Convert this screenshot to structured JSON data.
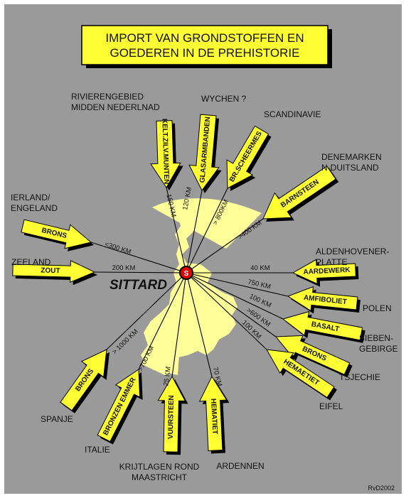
{
  "title": {
    "line1": "IMPORT VAN GRONDSTOFFEN EN",
    "line2": "GOEDEREN IN DE PREHISTORIE"
  },
  "center": {
    "label": "SITTARD",
    "marker": "S"
  },
  "credit": "RvD2002",
  "colors": {
    "background": "#9a9a9a",
    "title_box": "#ffff33",
    "region": "#ffff99",
    "arrow": "#ffff33",
    "arrow_shadow": "#000000",
    "center": "#dd0000"
  },
  "routes": [
    {
      "id": "rivierengebied",
      "place": [
        "RIVIERENGEBIED",
        "MIDDEN NEDERLNAD"
      ],
      "good": "KELT.ZILV.MUNTEN",
      "distance": "150 KM"
    },
    {
      "id": "wychen",
      "place": [
        "WYCHEN ?"
      ],
      "good": "GLASARMBANDEN",
      "distance": "120 KM"
    },
    {
      "id": "scandinavie",
      "place": [
        "SCANDINAVIE"
      ],
      "good": "BR.SCHEERMES",
      "distance": "> 800KM"
    },
    {
      "id": "denemarken",
      "place": [
        "DENEMARKEN",
        "N-DUITSLAND"
      ],
      "good": "BARNSTEEN",
      "distance": ">400 KM"
    },
    {
      "id": "ierland",
      "place": [
        "IERLAND/",
        "ENGELAND"
      ],
      "good": "BRONS",
      "distance": "<300 KM"
    },
    {
      "id": "zeeland",
      "place": [
        "ZEELAND"
      ],
      "good": "ZOUT",
      "distance": "200 KM"
    },
    {
      "id": "aldenhoven",
      "place": [
        "ALDENHOVENER-",
        "PLATTE"
      ],
      "good": "AARDEWERK",
      "distance": "40 KM"
    },
    {
      "id": "polen",
      "place": [
        "POLEN"
      ],
      "good": "AMFIBOLIET",
      "distance": "750 KM"
    },
    {
      "id": "siebengebirge",
      "place": [
        "SIEBEN-",
        "GEBIRGE"
      ],
      "good": "BASALT",
      "distance": "100 KM"
    },
    {
      "id": "tsjechie",
      "place": [
        "TSJECHIE"
      ],
      "good": "BRONS",
      "distance": ">600 KM"
    },
    {
      "id": "eifel",
      "place": [
        "EIFEL"
      ],
      "good": "HEMAETIET",
      "distance": "100 KM"
    },
    {
      "id": "spanje",
      "place": [
        "SPANJE"
      ],
      "good": "BRONS",
      "distance": "> 1000 KM"
    },
    {
      "id": "italie",
      "place": [
        "ITALIE"
      ],
      "good": "BRONZEN EMMER",
      "distance": ">700 KM"
    },
    {
      "id": "krijtlagen",
      "place": [
        "KRIJTLAGEN ROND",
        "MAASTRICHT"
      ],
      "good": "VUURSTEEN",
      "distance": "25 KM"
    },
    {
      "id": "ardennen",
      "place": [
        "ARDENNEN"
      ],
      "good": "HEMATIET",
      "distance": "70 KM"
    }
  ]
}
